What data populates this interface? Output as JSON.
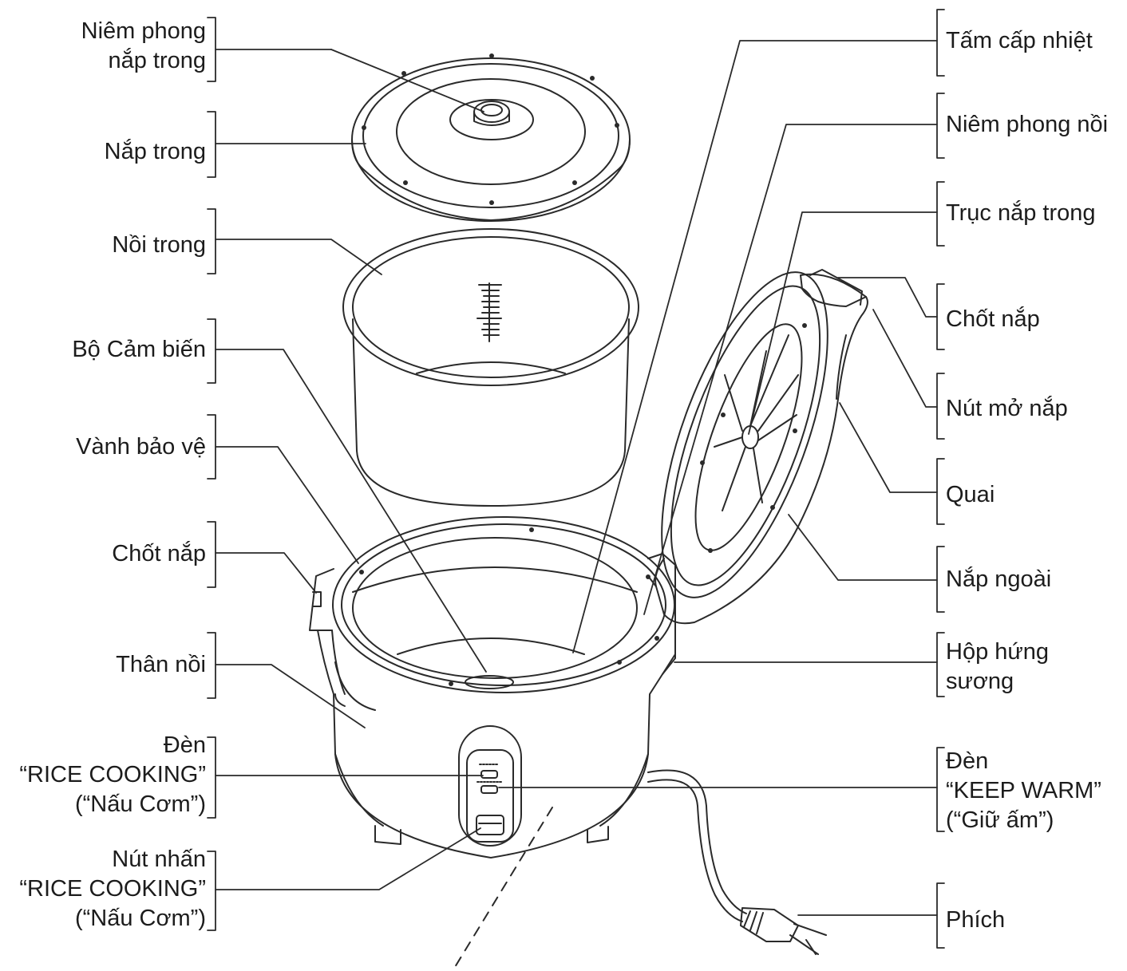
{
  "left_labels": {
    "inner_lid_seal": [
      "Niêm phong",
      "nắp trong"
    ],
    "inner_lid": [
      "Nắp trong"
    ],
    "inner_pot": [
      "Nồi trong"
    ],
    "sensor": [
      "Bộ Cảm biến"
    ],
    "protective_rim": [
      "Vành bảo vệ"
    ],
    "lid_latch_left": [
      "Chốt nắp"
    ],
    "body": [
      "Thân nồi"
    ],
    "rice_cooking_lamp": [
      "Đèn",
      "“RICE COOKING”",
      "(“Nấu Cơm”)"
    ],
    "rice_cooking_button": [
      "Nút nhấn",
      "“RICE COOKING”",
      "(“Nấu Cơm”)"
    ]
  },
  "right_labels": {
    "heating_plate": [
      "Tấm cấp nhiệt"
    ],
    "pot_seal": [
      "Niêm phong nồi"
    ],
    "inner_lid_shaft": [
      "Trục nắp trong"
    ],
    "lid_latch_right": [
      "Chốt nắp"
    ],
    "lid_open_button": [
      "Nút mở nắp"
    ],
    "handle": [
      "Quai"
    ],
    "outer_lid": [
      "Nắp ngoài"
    ],
    "dew_collector": [
      "Hộp hứng",
      "sương"
    ],
    "keep_warm_lamp": [
      "Đèn",
      "“KEEP WARM”",
      "(“Giữ ấm”)"
    ],
    "plug": [
      "Phích"
    ]
  },
  "colors": {
    "line": "#2a2a2a",
    "text": "#1c1c1c",
    "background": "#ffffff"
  }
}
